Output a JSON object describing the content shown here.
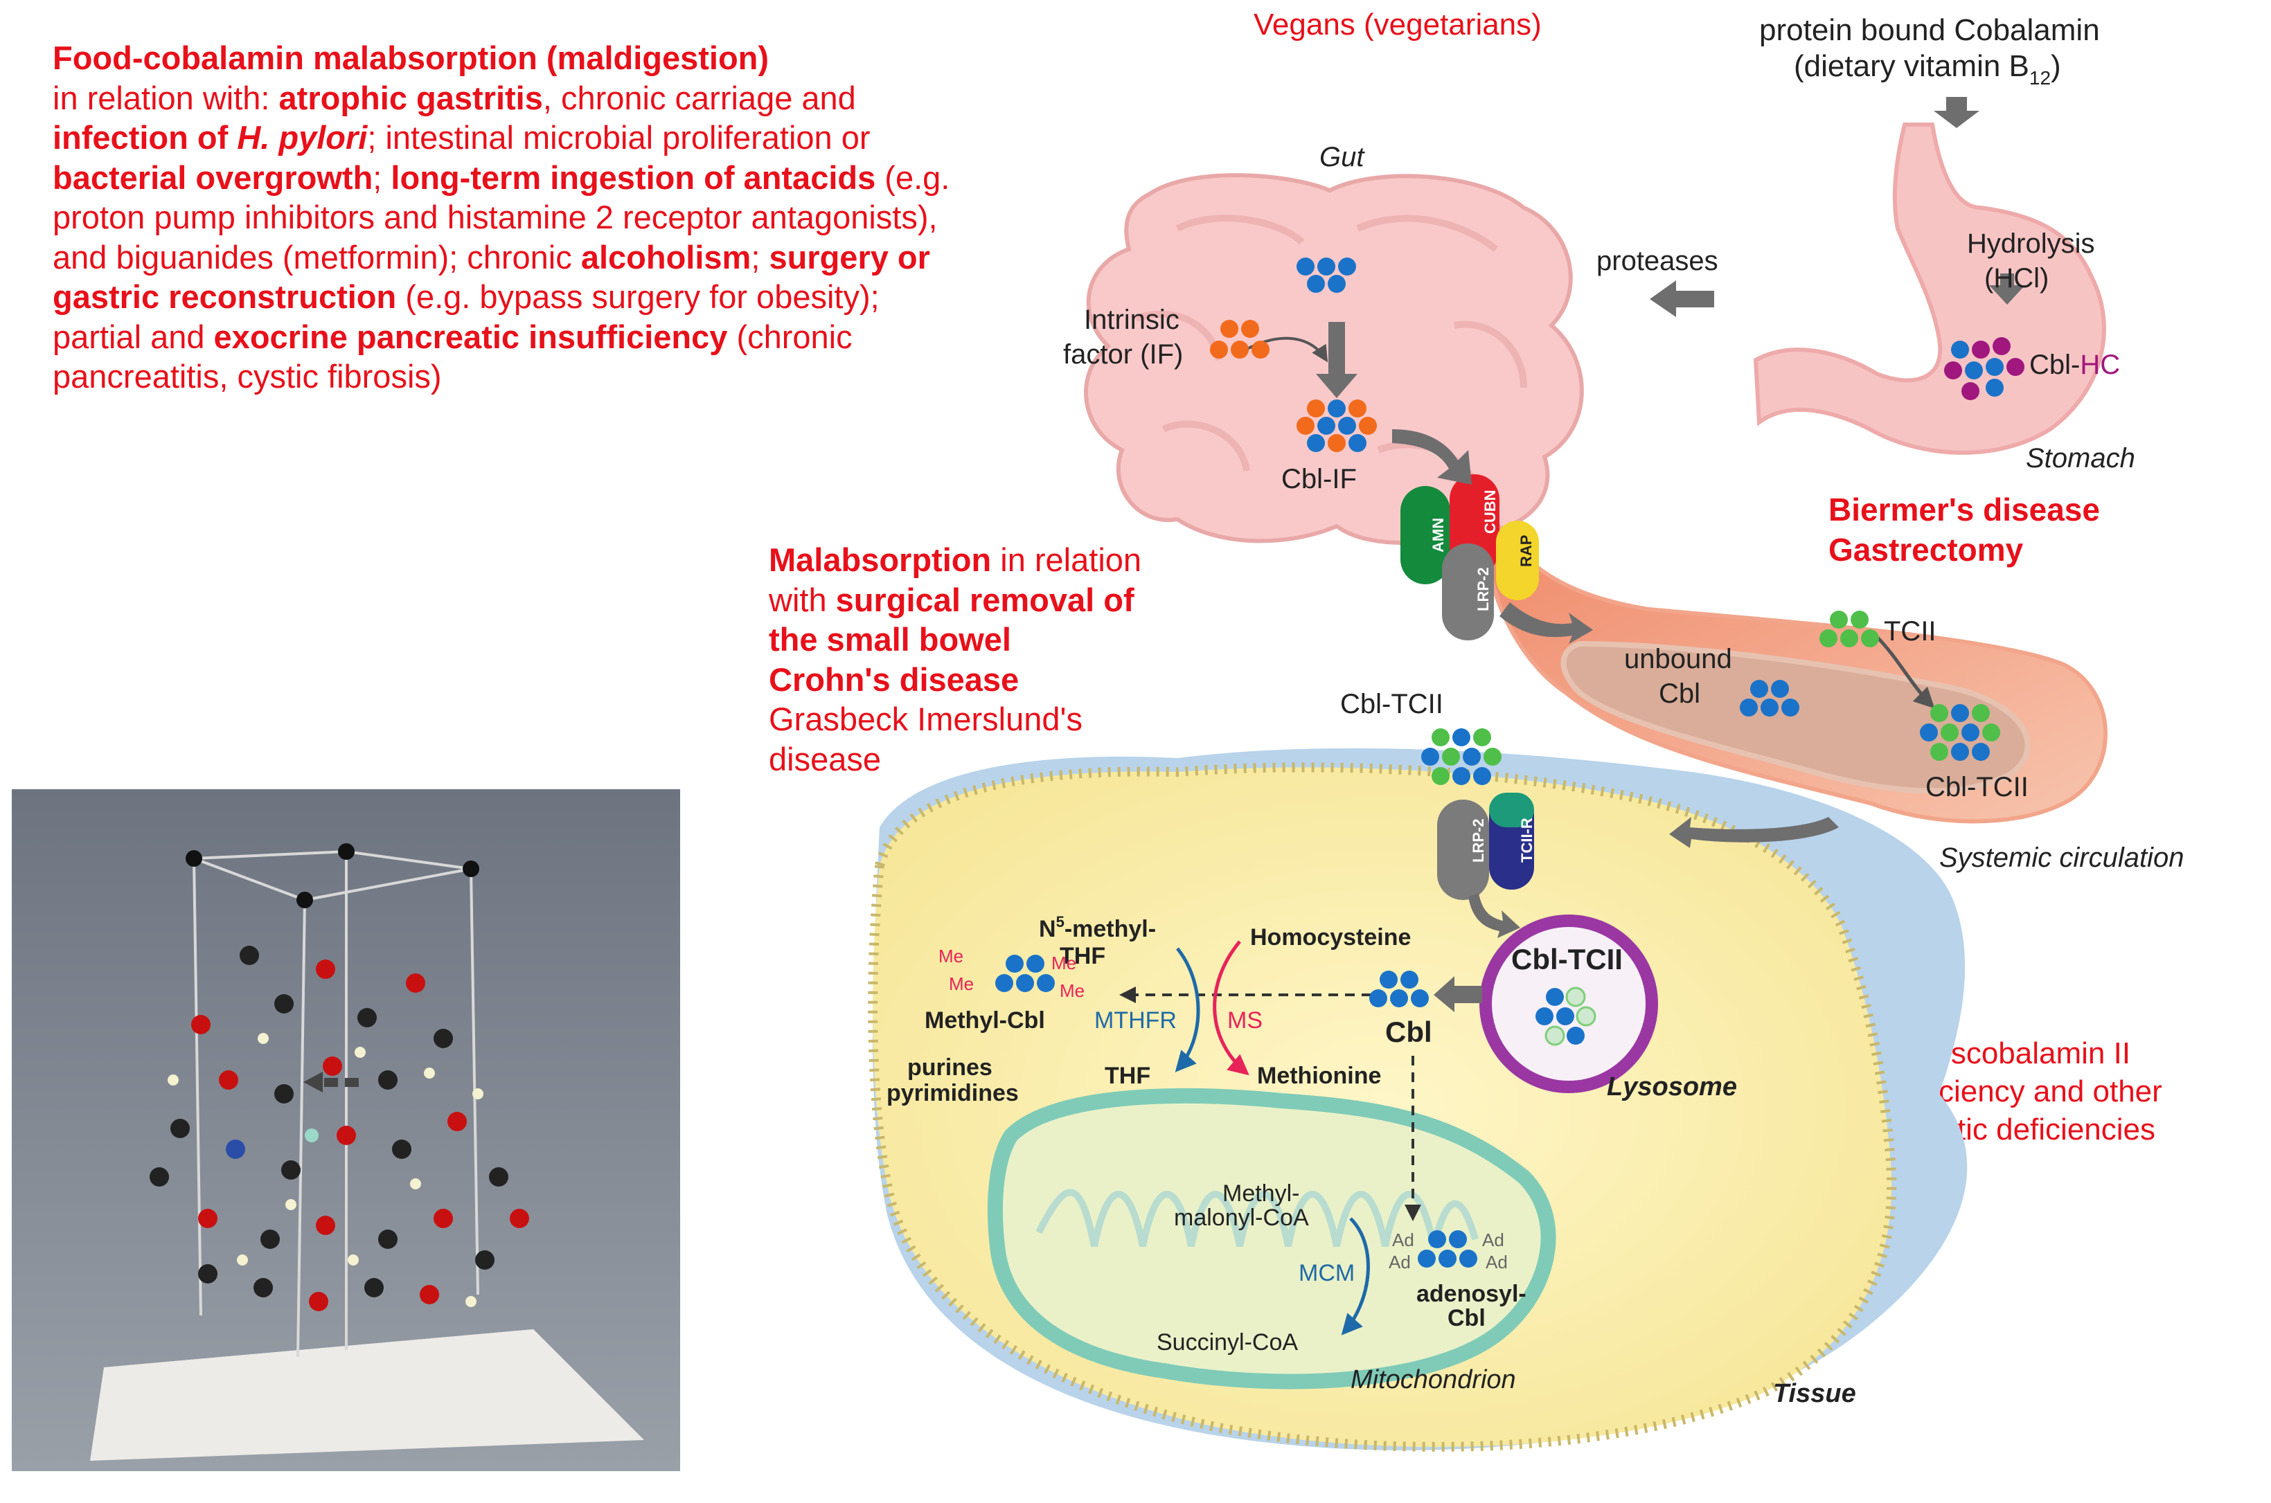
{
  "left_text": {
    "t1": "Food-cobalamin malabsorption (maldigestion)",
    "t2": "in relation with: ",
    "t3": "atrophic gastritis",
    "t4": ", chronic carriage and ",
    "t5": "infection of ",
    "t6": "H. pylori",
    "t7": "; intestinal microbial proliferation or ",
    "t8": "bacterial overgrowth",
    "t9": "; ",
    "t10": "long-term ingestion of antacids",
    "t11": " (e.g. proton pump inhibitors and histamine 2 receptor antagonists), and biguanides (metformin);  chronic ",
    "t12": "alcoholism",
    "t13": "; ",
    "t14": "surgery or gastric reconstruction",
    "t15": " (e.g. bypass surgery for obesity); partial and ",
    "t16": "exocrine pancreatic insufficiency",
    "t17": " (chronic pancreatitis, cystic fibrosis)"
  },
  "malabsorption_text": {
    "l1a": "Malabsorption",
    "l1b": " in relation",
    "l2a": "with ",
    "l2b": "surgical removal of",
    "l3": "the small bowel",
    "l4": "Crohn's disease",
    "l5": "Grasbeck Imerslund's",
    "l6": "disease"
  },
  "top": {
    "vegans": "Vegans (vegetarians)",
    "protein_bound": "protein bound Cobalamin",
    "dietary": "(dietary vitamin B",
    "dietary_sub": "12",
    "dietary_close": ")"
  },
  "gut": {
    "title": "Gut",
    "intrinsic1": "Intrinsic",
    "intrinsic2": "factor (IF)",
    "cbl_if": "Cbl-IF",
    "proteases": "proteases"
  },
  "stomach": {
    "hydrolysis": "Hydrolysis",
    "hcl": "(HCl)",
    "cbl": "Cbl-",
    "hc": "HC",
    "title": "Stomach"
  },
  "biermer": {
    "l1": "Biermer's disease",
    "l2": "Gastrectomy"
  },
  "receptors": {
    "amn": "AMN",
    "cubn": "CUBN",
    "rap": "RAP",
    "lrp2": "LRP-2",
    "tcii_r": "TCII-R"
  },
  "vessel": {
    "unbound1": "unbound",
    "unbound2": "Cbl",
    "tcii": "TCII",
    "cbl_tcii": "Cbl-TCII",
    "systemic": "Systemic circulation"
  },
  "cell": {
    "cbl_tcii_top": "Cbl-TCII",
    "lysosome_cbl_tcii": "Cbl-TCII",
    "lysosome": "Lysosome",
    "cbl": "Cbl",
    "n5": "N",
    "n5_sup": "5",
    "n5_rest": "-methyl-",
    "thf_top": "THF",
    "homocysteine": "Homocysteine",
    "methyl_cbl": "Methyl-Cbl",
    "mthfr": "MTHFR",
    "ms": "MS",
    "purines": "purines",
    "pyrimidines": "pyrimidines",
    "thf": "THF",
    "methionine": "Methionine",
    "me": "Me",
    "methyl_malonyl1": "Methyl-",
    "methyl_malonyl2": "malonyl-CoA",
    "mcm": "MCM",
    "succinyl": "Succinyl-CoA",
    "adenosyl1": "adenosyl-",
    "adenosyl2": "Cbl",
    "ad": "Ad",
    "mitochondrion": "Mitochondrion",
    "tissue": "Tissue"
  },
  "tcii_deficiency": {
    "l1": "Transcobalamin II",
    "l2": "deficiency and other",
    "l3": "genetic deficiencies"
  },
  "colors": {
    "red": "#e8101a",
    "blue_dot": "#1a73c9",
    "orange_dot": "#f26a1b",
    "purple_dot": "#a0177e",
    "green_dot": "#4fbf4a"
  }
}
